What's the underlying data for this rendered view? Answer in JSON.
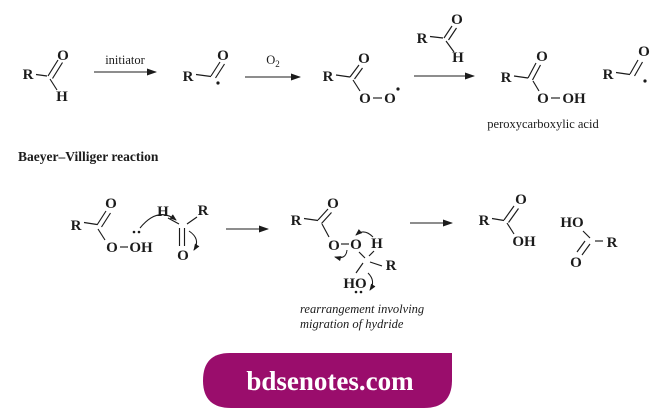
{
  "colors": {
    "ink": "#1b1b1b",
    "background": "#ffffff",
    "banner": "#9A0D6C"
  },
  "atoms": {
    "r": "R",
    "o": "O",
    "h": "H",
    "oh": "OH",
    "ho": "HO"
  },
  "top_scheme": {
    "initiator_label": "initiator",
    "o2_label": "O",
    "o2_subscript": "2",
    "product_name": "peroxycarboxylic acid"
  },
  "bv_section": {
    "heading": "Baeyer–Villiger reaction",
    "caption_line1": "rearrangement involving",
    "caption_line2": "migration of hydride"
  },
  "banner": {
    "text": "bdsenotes.com",
    "background": "#9A0D6C",
    "text_color": "#ffffff"
  }
}
